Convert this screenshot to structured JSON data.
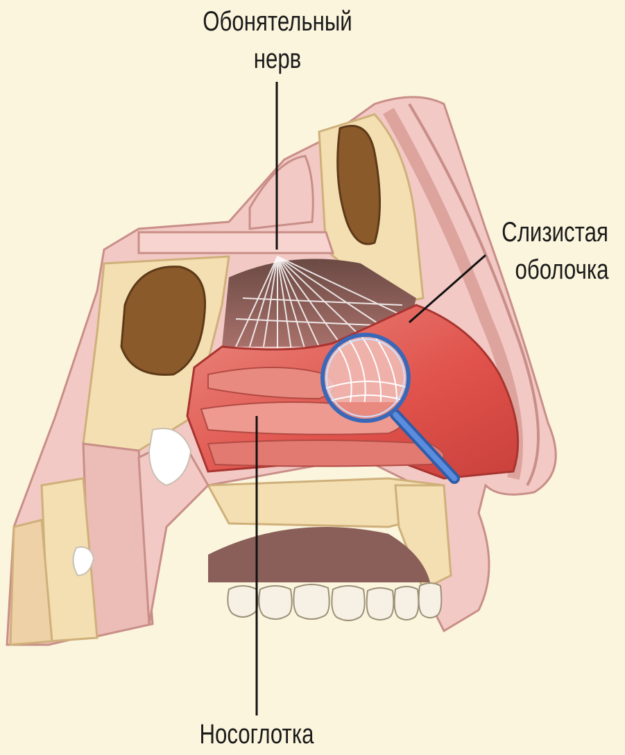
{
  "labels": {
    "olfactory_nerve_line1": "Обонятельный",
    "olfactory_nerve_line2": "нерв",
    "mucosa_line1": "Слизистая",
    "mucosa_line2": "оболочка",
    "nasopharynx": "Носоглотка"
  },
  "colors": {
    "background": "#fbf5dd",
    "skin": "#f2c9c4",
    "bone": "#f3dfb2",
    "sinus": "#8b5a2b",
    "mucosa": "#e0524b",
    "magnifier": "#4a78c8",
    "leader_line": "#111111"
  }
}
